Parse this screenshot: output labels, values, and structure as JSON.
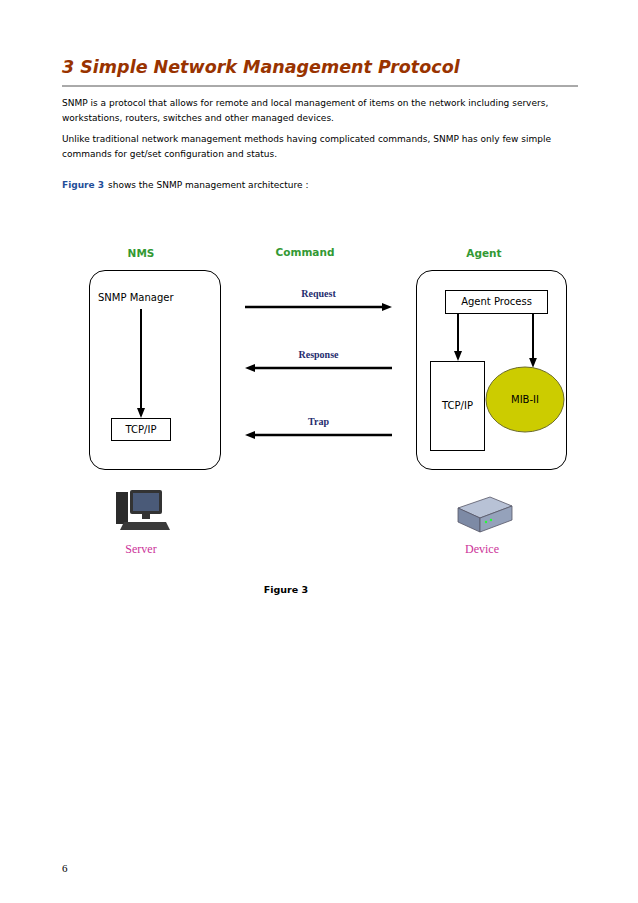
{
  "diagram": {
    "title": "3 Simple Network Management Protocol",
    "caption": "Figure 3",
    "nodes": [
      {
        "text": [
          "NMS",
          "SNMP Manager"
        ]
      },
      {
        "text": [
          "TCP/IP"
        ],
        "in": 0
      },
      {
        "text": [
          "Agent"
        ]
      },
      {
        "text": [
          "Agent Process"
        ],
        "in": 2
      },
      {
        "text": [
          "TCP/IP"
        ],
        "in": 2
      },
      {
        "text": [
          "MIB-II"
        ],
        "in": 2
      }
    ],
    "edges": [
      {
        "from": 0,
        "to": 1,
        "arrow": "to"
      },
      {
        "from": 0,
        "to": 2,
        "label": "Request",
        "arrow": "to"
      },
      {
        "from": 2,
        "to": 0,
        "label": "Response",
        "arrow": "to"
      },
      {
        "from": 2,
        "to": 0,
        "label": "Trap",
        "arrow": "to"
      },
      {
        "from": 3,
        "to": 4,
        "arrow": "to"
      },
      {
        "from": 3,
        "to": 5,
        "arrow": "to"
      }
    ],
    "labels": [
      "SNMP is a protocol that allows for remote and local management of items on the network including servers, workstations, routers, switches and other managed devices.",
      "Unlike traditional network management methods having complicated commands, SNMP has only few simple commands for get/set configuration and status.",
      "Figure 3",
      "shows the SNMP management architecture :",
      "Command",
      "Server",
      "Device",
      "6"
    ]
  }
}
